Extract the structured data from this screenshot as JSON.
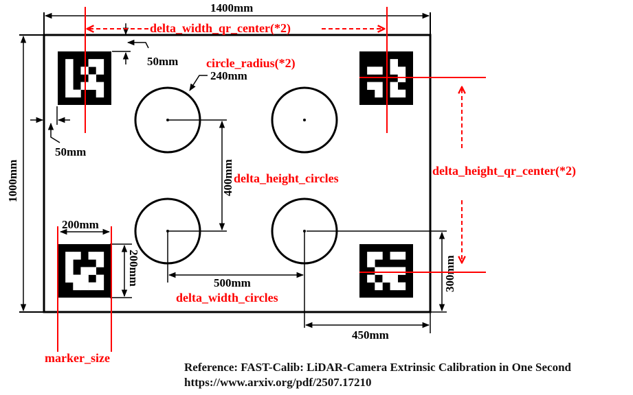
{
  "colors": {
    "ink": "#000000",
    "annotation": "#ff0000",
    "background": "#ffffff"
  },
  "dimensions": {
    "board_width": "1400mm",
    "board_height": "1000mm",
    "qr_margin_top": "50mm",
    "qr_margin_left": "50mm",
    "circle_diameter": "240mm",
    "circles_vertical_spacing": "400mm",
    "circles_horizontal_spacing": "500mm",
    "marker_width": "200mm",
    "marker_height": "200mm",
    "circle_to_bottom": "300mm",
    "circle_to_right": "450mm"
  },
  "parameters": {
    "delta_width_qr_center": "delta_width_qr_center(*2)",
    "circle_radius": "circle_radius(*2)",
    "delta_height_circles": "delta_height_circles",
    "delta_height_qr_center": "delta_height_qr_center(*2)",
    "delta_width_circles": "delta_width_circles",
    "marker_size": "marker_size"
  },
  "markers": [
    {
      "name": "top-left",
      "grid": [
        "0000000",
        "0100110",
        "0101010",
        "0100100",
        "0101110",
        "0110010",
        "0000000"
      ]
    },
    {
      "name": "top-right",
      "grid": [
        "0000000",
        "0000100",
        "0110110",
        "0000010",
        "0110100",
        "0010110",
        "0000000"
      ]
    },
    {
      "name": "bottom-left",
      "grid": [
        "0000000",
        "0110110",
        "0100010",
        "0101100",
        "0111010",
        "0011110",
        "0000000"
      ]
    },
    {
      "name": "bottom-right",
      "grid": [
        "0000000",
        "0110110",
        "0100000",
        "0011110",
        "0101100",
        "0010110",
        "0000000"
      ]
    }
  ],
  "reference": {
    "title": "Reference: FAST-Calib: LiDAR-Camera Extrinsic Calibration in One Second",
    "url": "https://www.arxiv.org/pdf/2507.17210"
  }
}
